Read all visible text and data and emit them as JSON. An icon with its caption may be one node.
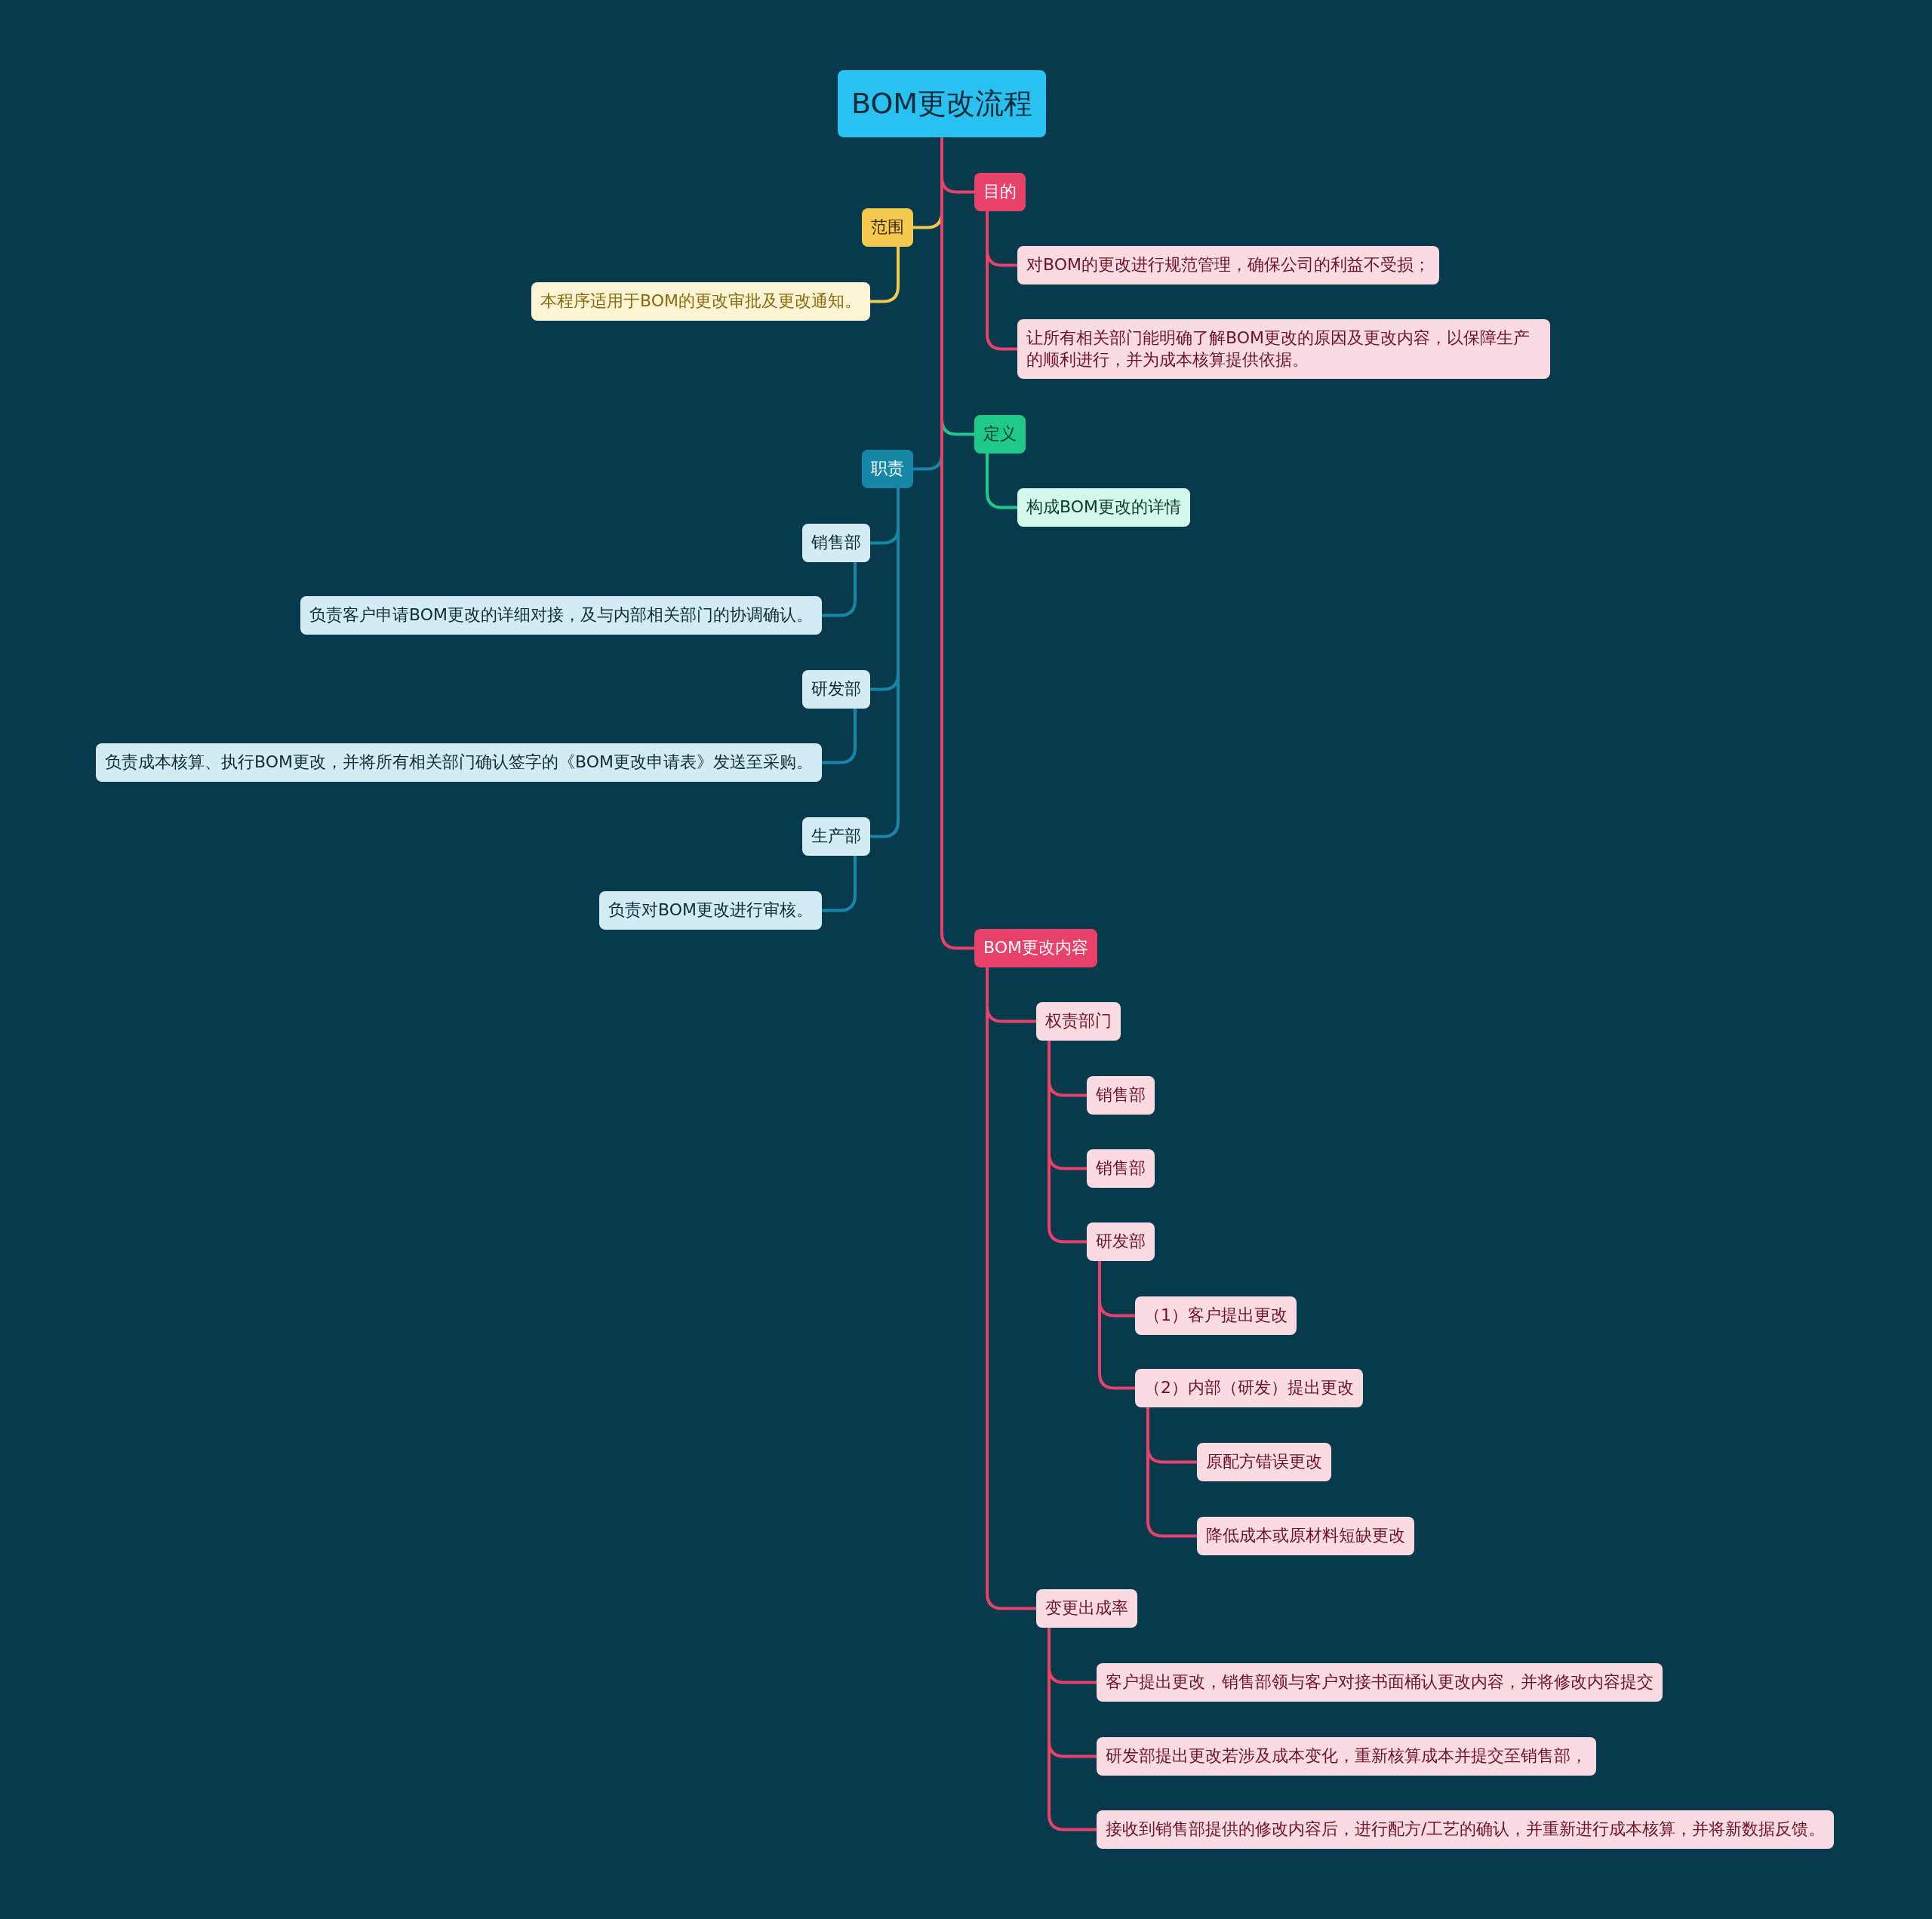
{
  "diagram": {
    "nodes": [
      {
        "text": [
          "BOM更改流程"
        ]
      },
      {
        "text": [
          "目的"
        ]
      },
      {
        "text": [
          "对BOM的更改进行规范管理，确保公司的利益不受损；"
        ]
      },
      {
        "text": [
          "让所有相关部门能明确了解BOM更改的原因及更改内容，以保障生产的顺利进行，并为成本核算提供依据。"
        ]
      },
      {
        "text": [
          "范围"
        ]
      },
      {
        "text": [
          "本程序适用于BOM的更改审批及更改通知。"
        ]
      },
      {
        "text": [
          "定义"
        ]
      },
      {
        "text": [
          "构成BOM更改的详情"
        ]
      },
      {
        "text": [
          "职责"
        ]
      },
      {
        "text": [
          "销售部"
        ]
      },
      {
        "text": [
          "负责客户申请BOM更改的详细对接，及与内部相关部门的协调确认。"
        ]
      },
      {
        "text": [
          "研发部"
        ]
      },
      {
        "text": [
          "负责成本核算、执行BOM更改，并将所有相关部门确认签字的《BOM更改申请表》发送至采购。"
        ]
      },
      {
        "text": [
          "生产部"
        ]
      },
      {
        "text": [
          "负责对BOM更改进行审核。"
        ]
      },
      {
        "text": [
          "BOM更改内容"
        ]
      },
      {
        "text": [
          "权责部门"
        ]
      },
      {
        "text": [
          "销售部"
        ]
      },
      {
        "text": [
          "销售部"
        ]
      },
      {
        "text": [
          "研发部"
        ]
      },
      {
        "text": [
          "（1）客户提出更改"
        ]
      },
      {
        "text": [
          "（2）内部（研发）提出更改"
        ]
      },
      {
        "text": [
          "原配方错误更改"
        ]
      },
      {
        "text": [
          "降低成本或原材料短缺更改"
        ]
      },
      {
        "text": [
          "变更出成率"
        ]
      },
      {
        "text": [
          "客户提出更改，销售部领与客户对接书面桶认更改内容，并将修改内容提交"
        ]
      },
      {
        "text": [
          "研发部提出更改若涉及成本变化，重新核算成本并提交至销售部，"
        ]
      },
      {
        "text": [
          "接收到销售部提供的修改内容后，进行配方/工艺的确认，并重新进行成本核算，并将新数据反馈。"
        ]
      }
    ],
    "edges": [
      {
        "from": 0,
        "to": 1,
        "arrow": "none"
      },
      {
        "from": 1,
        "to": 2,
        "arrow": "none"
      },
      {
        "from": 1,
        "to": 3,
        "arrow": "none"
      },
      {
        "from": 0,
        "to": 4,
        "arrow": "none",
        "color": "#f5c84e"
      },
      {
        "from": 4,
        "to": 5,
        "arrow": "none",
        "color": "#f5c84e"
      },
      {
        "from": 0,
        "to": 6,
        "arrow": "none",
        "color": "#1ec98a"
      },
      {
        "from": 6,
        "to": 7,
        "arrow": "none",
        "color": "#1ec98a"
      },
      {
        "from": 0,
        "to": 8,
        "arrow": "none",
        "color": "#1787a8"
      },
      {
        "from": 8,
        "to": 9,
        "arrow": "none",
        "color": "#1787a8"
      },
      {
        "from": 9,
        "to": 10,
        "arrow": "none",
        "color": "#1787a8"
      },
      {
        "from": 8,
        "to": 11,
        "arrow": "none",
        "color": "#1787a8"
      },
      {
        "from": 11,
        "to": 12,
        "arrow": "none",
        "color": "#1787a8"
      },
      {
        "from": 8,
        "to": 13,
        "arrow": "none",
        "color": "#1787a8"
      },
      {
        "from": 13,
        "to": 14,
        "arrow": "none",
        "color": "#1787a8"
      },
      {
        "from": 0,
        "to": 15,
        "arrow": "none"
      },
      {
        "from": 15,
        "to": 16,
        "arrow": "none"
      },
      {
        "from": 16,
        "to": 17,
        "arrow": "none"
      },
      {
        "from": 16,
        "to": 18,
        "arrow": "none"
      },
      {
        "from": 16,
        "to": 19,
        "arrow": "none"
      },
      {
        "from": 19,
        "to": 20,
        "arrow": "none"
      },
      {
        "from": 19,
        "to": 21,
        "arrow": "none"
      },
      {
        "from": 21,
        "to": 22,
        "arrow": "none"
      },
      {
        "from": 21,
        "to": 23,
        "arrow": "none"
      },
      {
        "from": 15,
        "to": 24,
        "arrow": "none"
      },
      {
        "from": 24,
        "to": 25,
        "arrow": "none"
      },
      {
        "from": 24,
        "to": 26,
        "arrow": "none"
      },
      {
        "from": 24,
        "to": 27,
        "arrow": "none"
      }
    ]
  }
}
